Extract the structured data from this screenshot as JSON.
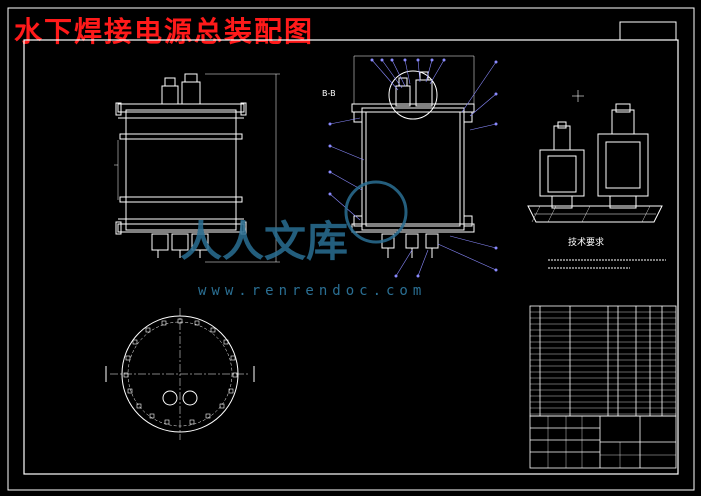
{
  "title": "水下焊接电源总装配图",
  "section_label": "B-B",
  "tech_requirements_title": "技术要求",
  "watermark_url": "www.renrendoc.com",
  "watermark_glyphs": "人人文库",
  "colors": {
    "background": "#000000",
    "lines": "#ffffff",
    "title": "#ff1a1a",
    "leaders": "#8a8aff",
    "watermark": "#2a6f93"
  }
}
